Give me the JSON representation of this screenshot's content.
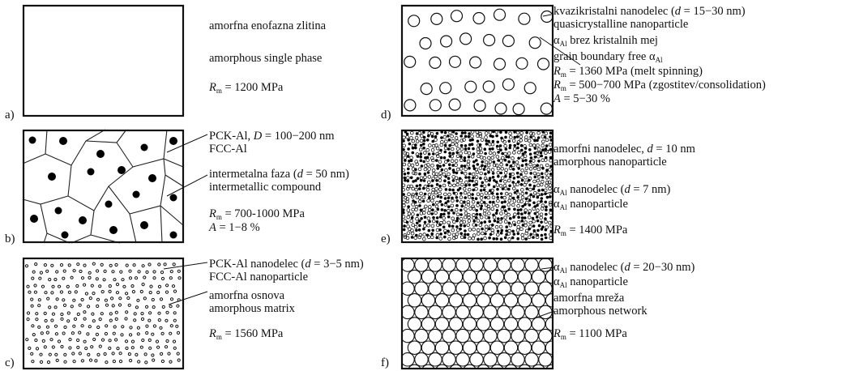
{
  "panels": [
    {
      "id": "a",
      "letter": "a)",
      "lines": [
        "amorfna enofazna zlitina",
        "amorphous single phase",
        "Rm = 1200 MPa"
      ]
    },
    {
      "id": "b",
      "letter": "b)",
      "lines": [
        "PCK-Al, D = 100−200 nm",
        "FCC-Al",
        "intermetalna faza (d = 50 nm)",
        "intermetallic compound",
        "Rm = 700-1000 MPa",
        "A = 1−8 %"
      ]
    },
    {
      "id": "c",
      "letter": "c)",
      "lines": [
        "PCK-Al nanodelec (d = 3−5 nm)",
        "FCC-Al nanoparticle",
        "amorfna osnova",
        "amorphous matrix",
        "Rm = 1560 MPa"
      ]
    },
    {
      "id": "d",
      "letter": "d)",
      "lines": [
        "kvazikristalni nanodelec (d = 15−30 nm)",
        "quasicrystalline nanoparticle",
        "αAl brez kristalnih mej",
        "grain boundary free αAl",
        "Rm = 1360 MPa (melt spinning)",
        "Rm = 500−700 MPa (zgostitev/consolidation)",
        "A = 5−30 %"
      ]
    },
    {
      "id": "e",
      "letter": "e)",
      "lines": [
        "amorfni nanodelec, d = 10 nm",
        "amorphous nanoparticle",
        "αAl nanodelec (d = 7 nm)",
        "αAl nanoparticle",
        "Rm = 1400 MPa"
      ]
    },
    {
      "id": "f",
      "letter": "f)",
      "lines": [
        "αAl nanodelec (d = 20−30 nm)",
        "αAl nanoparticle",
        "amorfna mreža",
        "amorphous network",
        "Rm = 1100 MPa"
      ]
    }
  ]
}
